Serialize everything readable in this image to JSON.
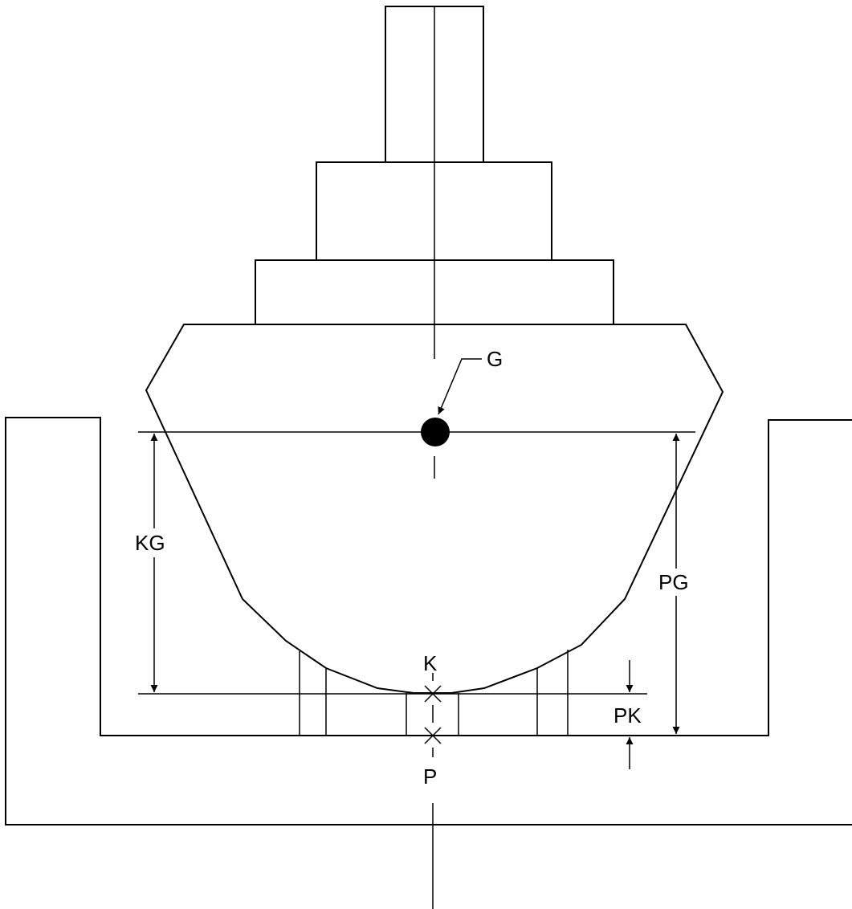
{
  "labels": {
    "g": "G",
    "kg": "KG",
    "pg": "PG",
    "k": "K",
    "pk": "PK",
    "p": "P"
  },
  "colors": {
    "line": "#000000",
    "background": "#ffffff"
  }
}
